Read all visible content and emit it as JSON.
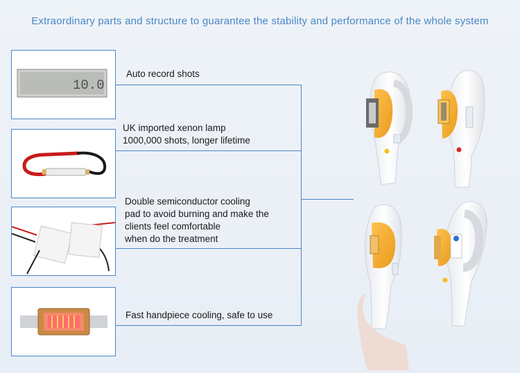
{
  "headline": "Extraordinary parts and structure to guarantee the stability and performance of the whole system",
  "features": [
    {
      "name": "auto-record",
      "lines": [
        "Auto record shots"
      ],
      "icon": "lcd-counter-display"
    },
    {
      "name": "xenon-lamp",
      "lines": [
        "UK imported xenon lamp",
        "1000,000 shots, longer lifetime"
      ],
      "icon": "xenon-lamp-wire"
    },
    {
      "name": "semiconductor-cooling",
      "lines": [
        "Double semiconductor cooling",
        "pad to avoid burning and make the",
        "clients feel comfortable",
        "when do the treatment"
      ],
      "icon": "cooling-pads"
    },
    {
      "name": "handpiece-cooling",
      "lines": [
        "Fast handpiece cooling, safe to use"
      ],
      "icon": "glowing-filter-window"
    }
  ],
  "colors": {
    "accent": "#4a86c5",
    "background": "#e9eef5",
    "handle_orange": "#f0a42a"
  }
}
